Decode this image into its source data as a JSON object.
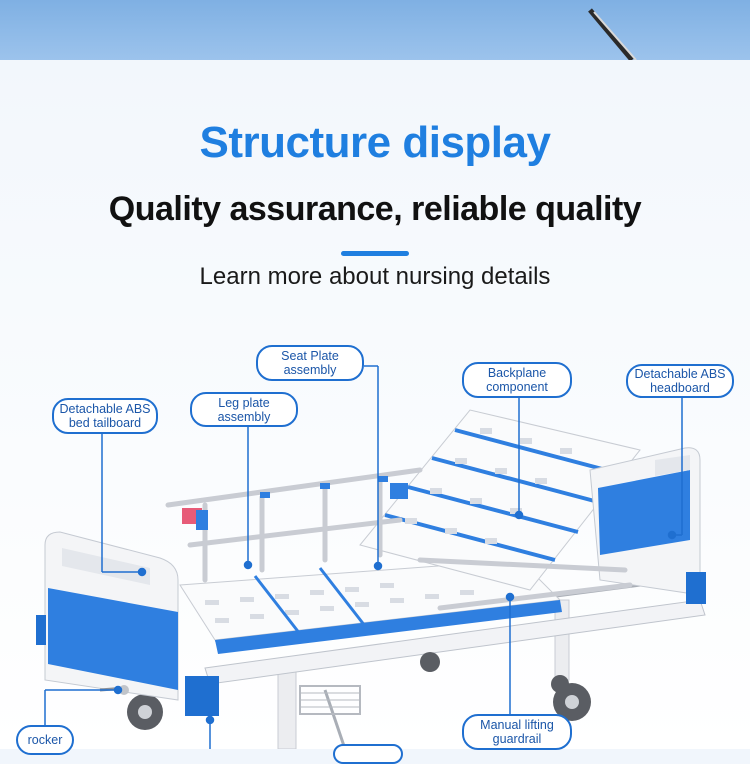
{
  "heading": {
    "title": "Structure display",
    "subtitle": "Quality assurance, reliable quality",
    "tagline": "Learn more about nursing details"
  },
  "callouts": {
    "seat_plate": "Seat Plate assembly",
    "backplane": "Backplane component",
    "headboard": "Detachable ABS headboard",
    "tailboard": "Detachable ABS bed tailboard",
    "leg_plate": "Leg plate assembly",
    "rocker": "rocker",
    "guardrail": "Manual lifting guardrail"
  },
  "colors": {
    "accent": "#1f7fe0",
    "callout_border": "#1f6fd0",
    "bed_blue": "#2f7fe0"
  },
  "icons": [
    "hospital-bed-illustration"
  ]
}
